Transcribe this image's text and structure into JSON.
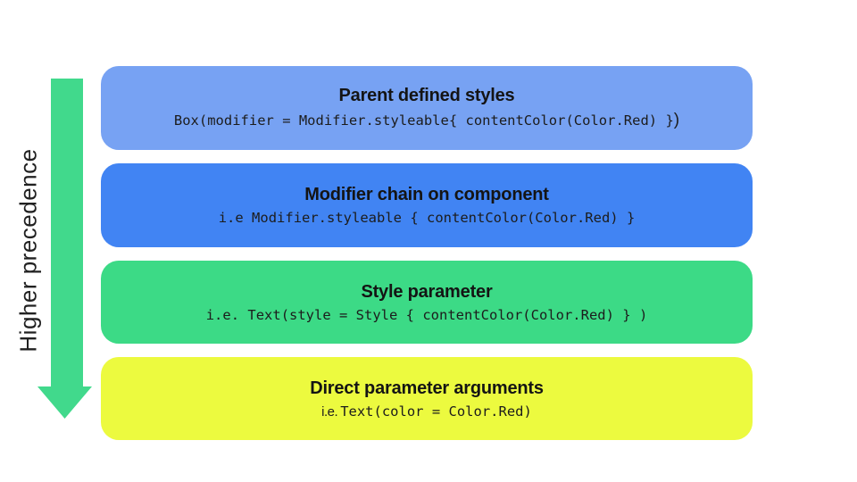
{
  "diagram": {
    "background": "#ffffff",
    "precedence_label": "Higher precedence",
    "arrow": {
      "name": "down-arrow",
      "direction": "down",
      "color": "#41d98c"
    },
    "boxes": [
      {
        "title": "Parent defined styles",
        "code": "Box(modifier = Modifier.styleable{ contentColor(Color.Red) }",
        "code_suffix": ")",
        "color": "#77a2f3"
      },
      {
        "title": "Modifier chain on component",
        "code": "i.e Modifier.styleable { contentColor(Color.Red) }",
        "color": "#4184f3"
      },
      {
        "title": "Style parameter",
        "code": "i.e. Text(style = Style { contentColor(Color.Red) } )",
        "color": "#3cda86"
      },
      {
        "title": "Direct parameter arguments",
        "code_prefix": "i.e.",
        "code": "Text(color = Color.Red)",
        "color": "#ecfa3f"
      }
    ]
  }
}
